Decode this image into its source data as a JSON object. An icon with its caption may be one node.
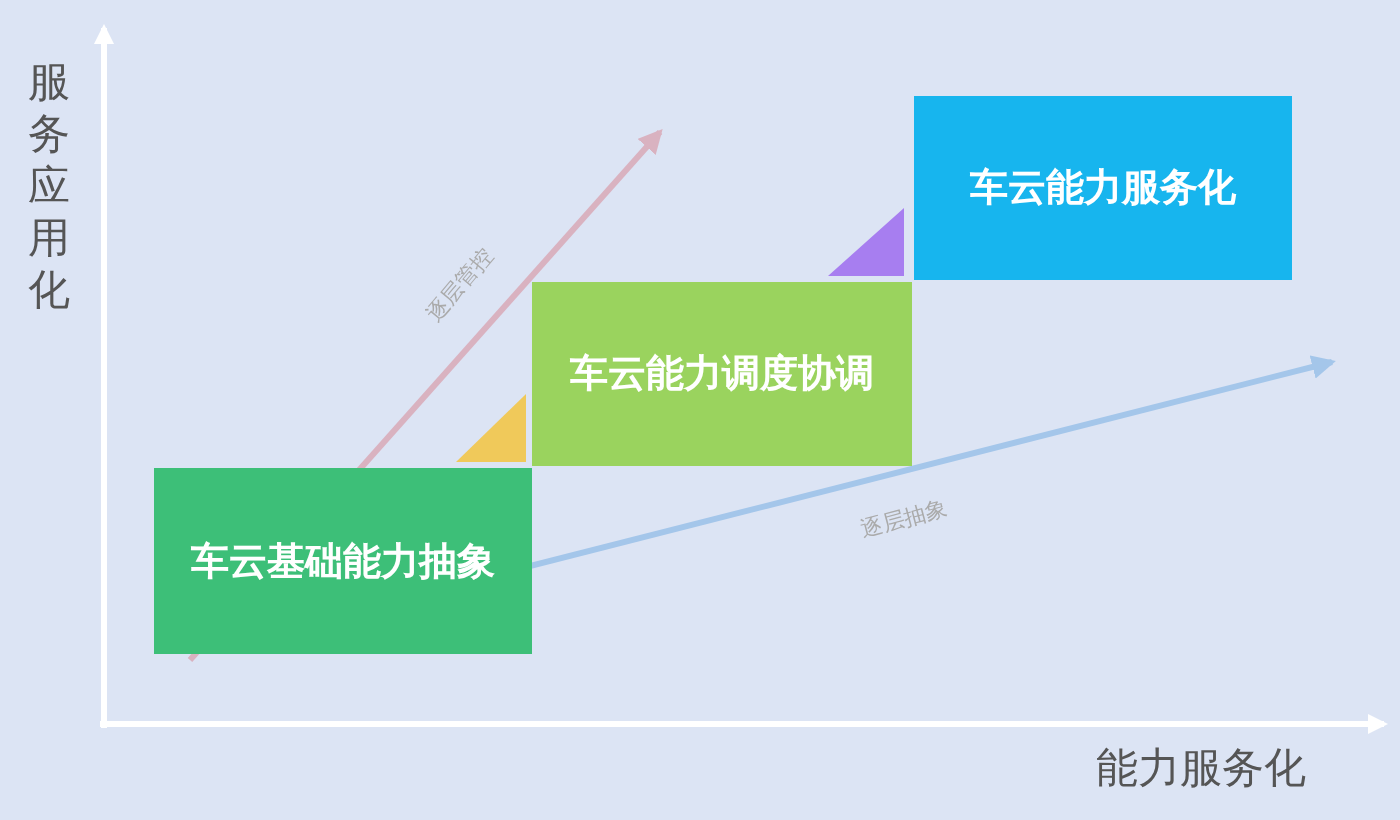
{
  "diagram": {
    "nodes": [
      {
        "text": [
          "车云基础能力抽象"
        ]
      },
      {
        "text": [
          "车云能力调度协调"
        ]
      },
      {
        "text": [
          "车云能力服务化"
        ]
      }
    ],
    "labels": [
      "服务应用化",
      "逐层管控",
      "逐层抽象",
      "能力服务化"
    ]
  }
}
